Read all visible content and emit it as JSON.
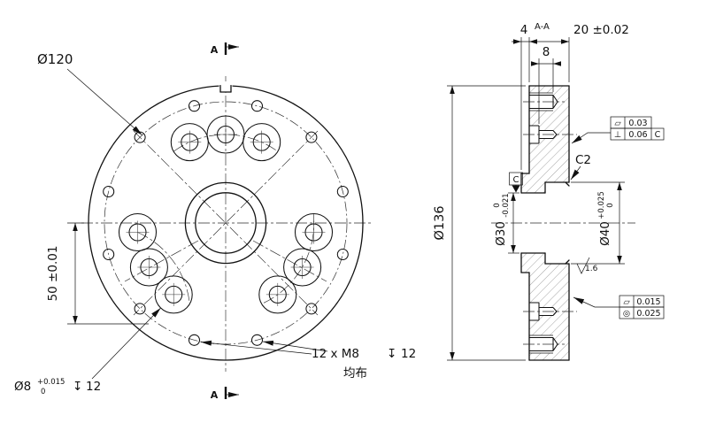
{
  "drawing": {
    "front": {
      "dia120": "Ø120",
      "dim50": "50 ±0.01",
      "hole_note": {
        "dia": "Ø8",
        "tol_upper": "+0.015",
        "tol_lower": "0",
        "depth_symbol": "↧",
        "depth": "12"
      },
      "thread_note": {
        "text": "12 x M8",
        "depth_symbol": "↧",
        "depth": "12",
        "pattern": "均布"
      },
      "section_marker": "A"
    },
    "side": {
      "section_title": "A-A",
      "dim4": "4",
      "dim20": "20 ±0.02",
      "dim8": "8",
      "dia136": "Ø136",
      "dia30": {
        "label": "Ø30",
        "tol_upper": "0",
        "tol_lower": "-0.021"
      },
      "dia40": {
        "label": "Ø40",
        "tol_upper": "+0.025",
        "tol_lower": "0"
      },
      "chamfer": "C2",
      "roughness": "1.6",
      "datum": "C",
      "fcf_top": {
        "row1_symbol": "▱",
        "row1_value": "0.03",
        "row2_symbol": "⊥",
        "row2_value": "0.06",
        "row2_datum": "C"
      },
      "fcf_bottom": {
        "row1_symbol": "▱",
        "row1_value": "0.015",
        "row2_symbol": "◎",
        "row2_value": "0.025"
      }
    },
    "colors": {
      "line": "#111111",
      "background": "#ffffff"
    }
  }
}
